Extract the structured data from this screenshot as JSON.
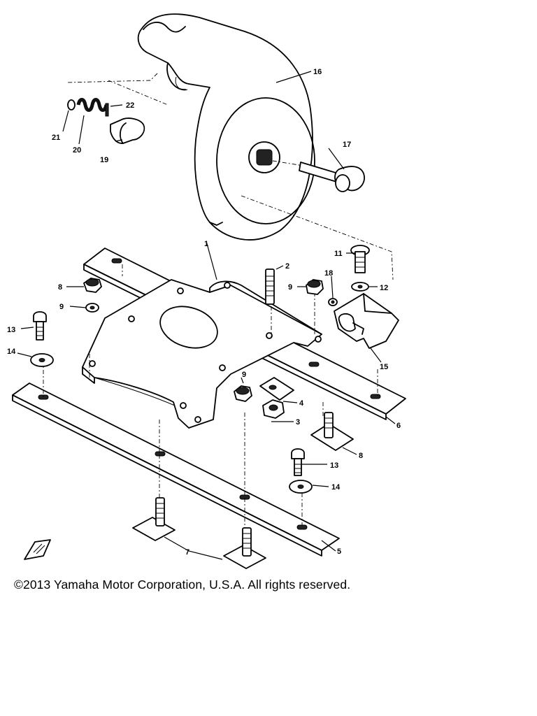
{
  "callouts": {
    "c1": "1",
    "c2": "2",
    "c3": "3",
    "c4": "4",
    "c5": "5",
    "c6": "6",
    "c7": "7",
    "c8a": "8",
    "c8b": "8",
    "c9a": "9",
    "c9b": "9",
    "c9c": "9",
    "c11": "11",
    "c12": "12",
    "c13a": "13",
    "c13b": "13",
    "c14a": "14",
    "c14b": "14",
    "c15": "15",
    "c16": "16",
    "c17": "17",
    "c18": "18",
    "c19": "19",
    "c20": "20",
    "c21": "21",
    "c22": "22"
  },
  "copyright": "©2013 Yamaha Motor Corporation, U.S.A. All rights reserved."
}
